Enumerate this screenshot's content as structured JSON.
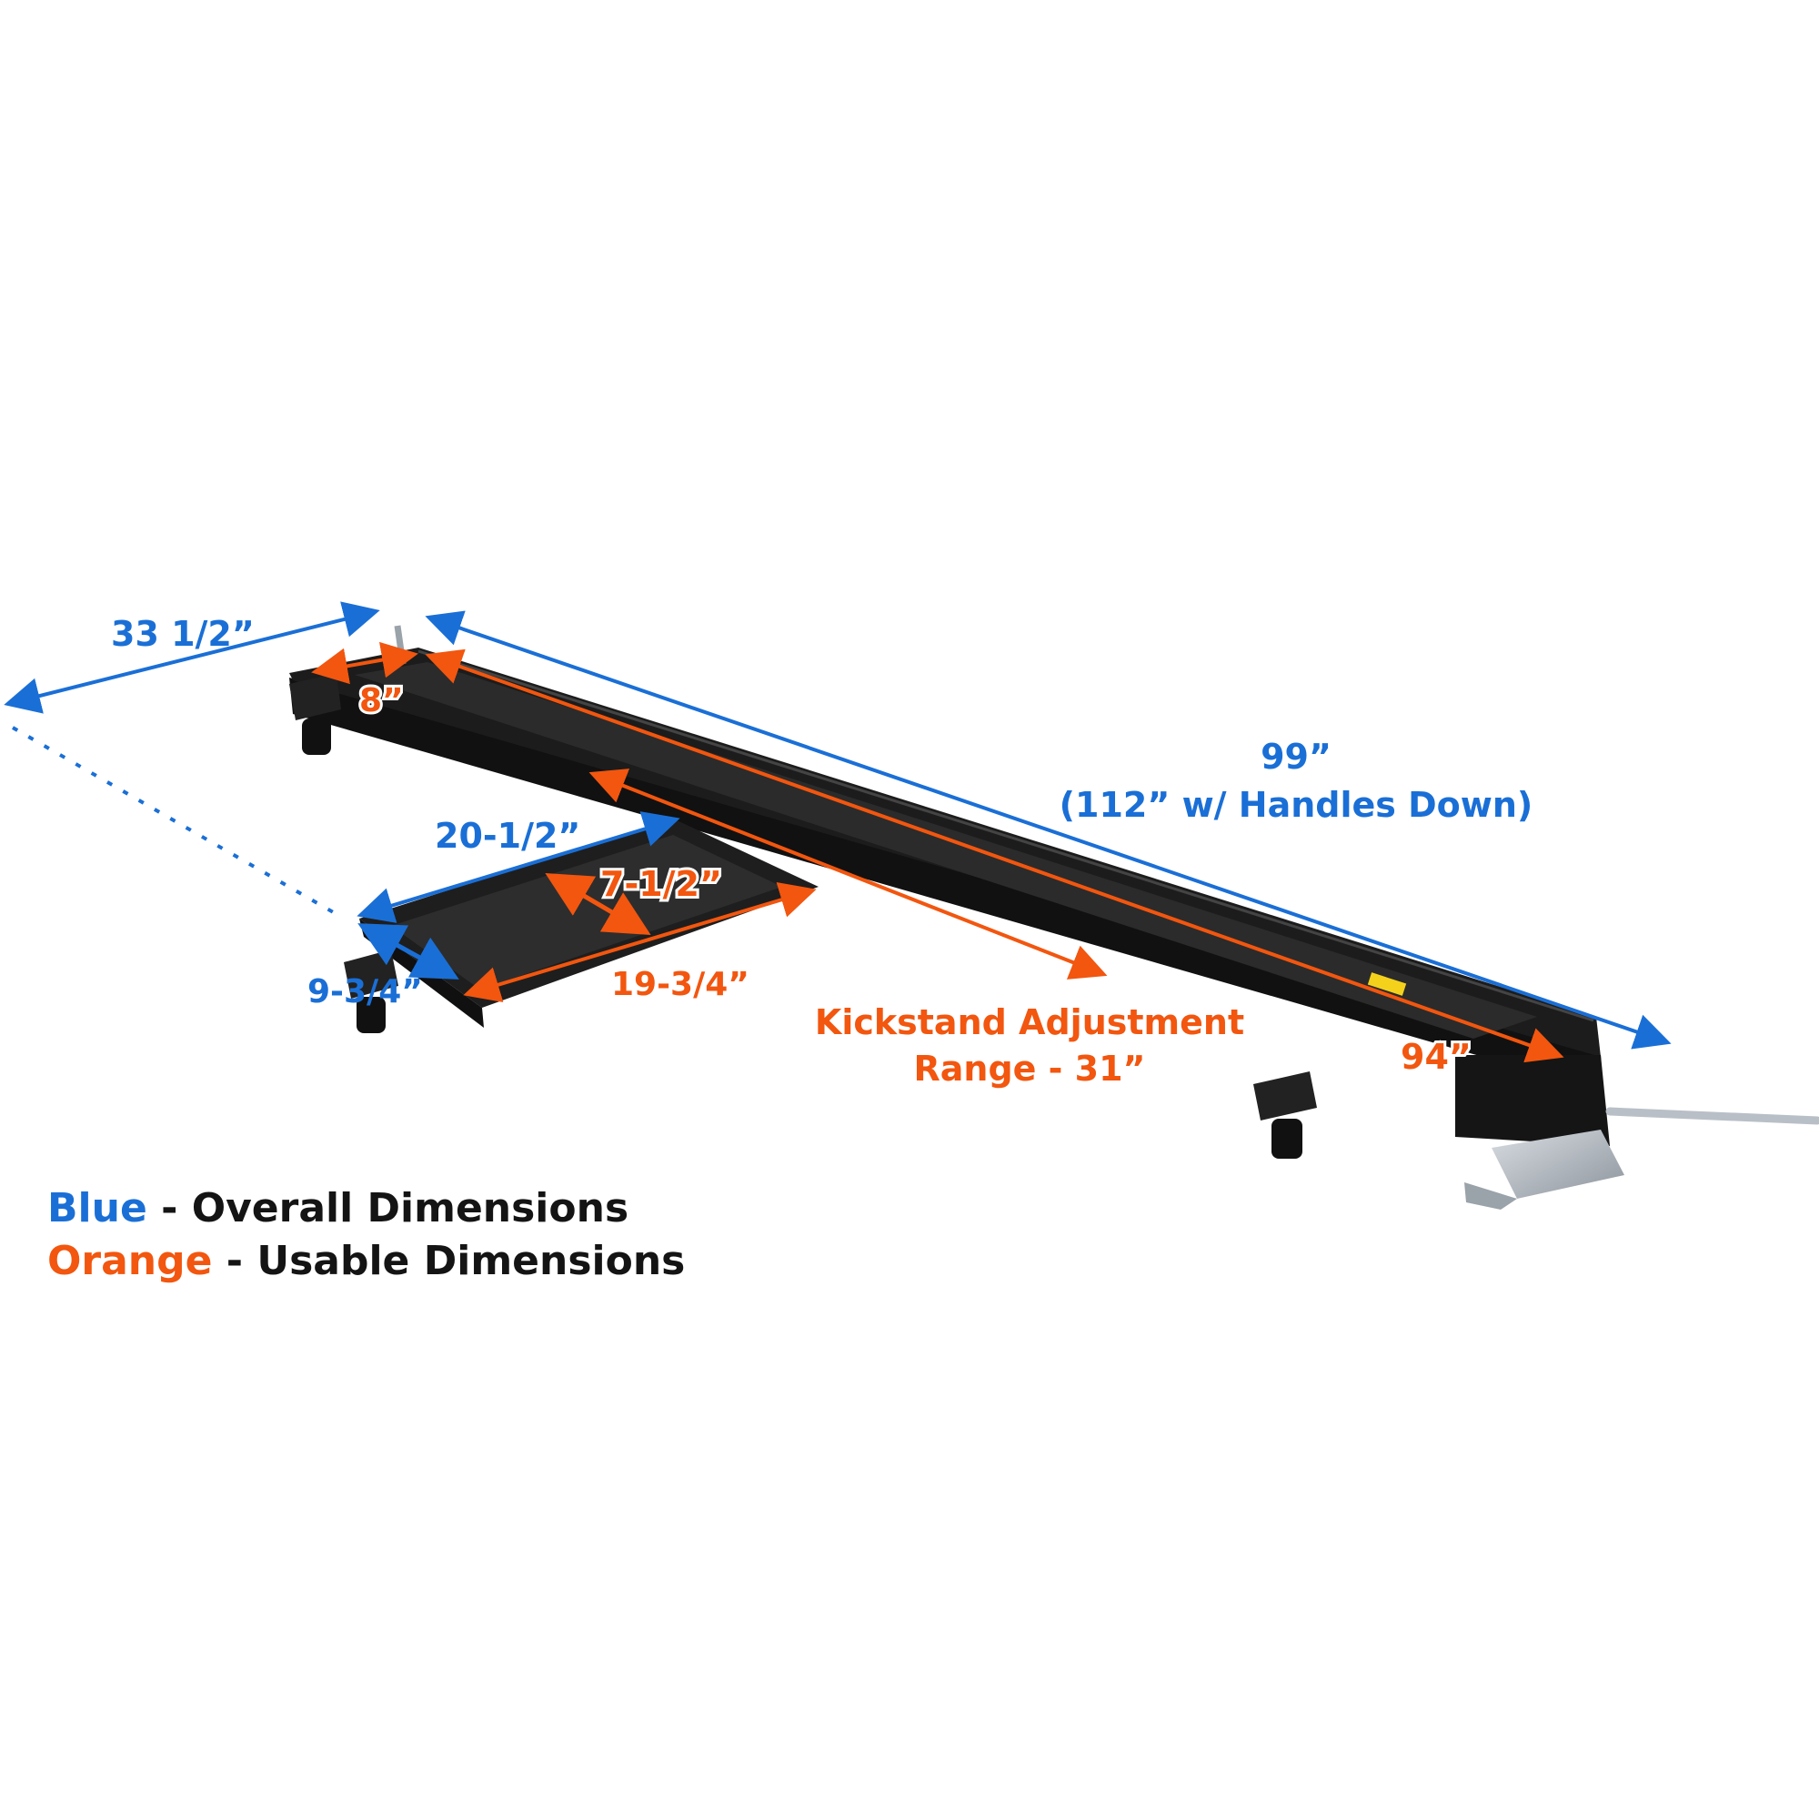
{
  "colors": {
    "overall": "#1a6fd6",
    "usable": "#f2560f",
    "frame": "#1c1c1c",
    "frame_light": "#3a3a3a",
    "metal": "#b8bfc7",
    "label_text": "#141414",
    "label_stroke": "#ffffff"
  },
  "dimensions": {
    "overall_width": "33 1/2”",
    "overall_length_line1": "99”",
    "overall_length_line2": "(112” w/ Handles Down)",
    "arm_length": "20-1/2”",
    "arm_width": "9-3/4”",
    "end_pad": "8”",
    "pad_depth": "7-1/2”",
    "pad_length": "19-3/4”",
    "usable_length": "94”",
    "kickstand_line1": "Kickstand Adjustment",
    "kickstand_line2": "Range - 31”"
  },
  "legend": {
    "blue_word": "Blue",
    "blue_rest": " - Overall Dimensions",
    "orange_word": "Orange",
    "orange_rest": " - Usable Dimensions"
  },
  "icons": {
    "caster": "caster-wheel-icon",
    "ramp": "ramp-plate-icon",
    "handle": "pull-handle-icon"
  }
}
